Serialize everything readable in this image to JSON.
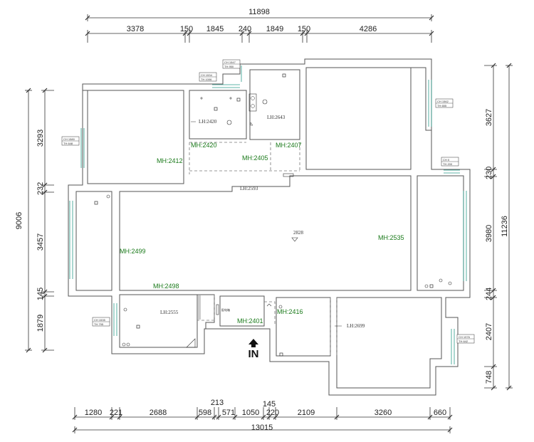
{
  "dimensions": {
    "top_total": "11898",
    "top_segments": [
      "3378",
      "150",
      "1845",
      "240",
      "1849",
      "150",
      "4286"
    ],
    "bottom_upper": [
      "213",
      "145"
    ],
    "bottom_segments": [
      "1280",
      "221",
      "2688",
      "598",
      "571",
      "1050",
      "220",
      "2109",
      "3260",
      "660"
    ],
    "bottom_total": "13015",
    "left_total": "9006",
    "left_segments": [
      "3293",
      "232",
      "3457",
      "145",
      "1879"
    ],
    "right_total": "11236",
    "right_segments": [
      "3627",
      "230",
      "3980",
      "244",
      "2407",
      "748"
    ]
  },
  "room_heights": {
    "mh_2412": "MH:2412",
    "mh_2420": "MH:2420",
    "mh_2405": "MH:2405",
    "mh_2407": "MH:2407",
    "mh_2499": "MH:2499",
    "mh_2535": "MH:2535",
    "mh_2498": "MH:2498",
    "mh_2401": "MH:2401",
    "mh_2416": "MH:2416"
  },
  "ceiling_heights": {
    "lh_2420": "LH:2420",
    "lh_2643": "LH:2643",
    "lh_2593": "LH:2593",
    "lh_2555": "LH:2555",
    "lh_2699": "LH:2699",
    "center_2828": "2828"
  },
  "window_tags": {
    "t1": {
      "ch": "CH 1547",
      "th": "TH 950"
    },
    "t2": {
      "ch": "CH 1534",
      "th": "TH 1006"
    },
    "t3": {
      "ch": "CH 1562",
      "th": "TH 655"
    },
    "t4": {
      "ch": "CH 1580",
      "th": "TH 648"
    },
    "t5": {
      "ch": "CH 0",
      "th": "TH 200"
    },
    "t6": {
      "ch": "CH 1535",
      "th": "TH 795"
    },
    "t7": {
      "ch": "CH 1976",
      "th": "TH 642"
    }
  },
  "entrance_label": "IN",
  "small_label": "配电箱"
}
